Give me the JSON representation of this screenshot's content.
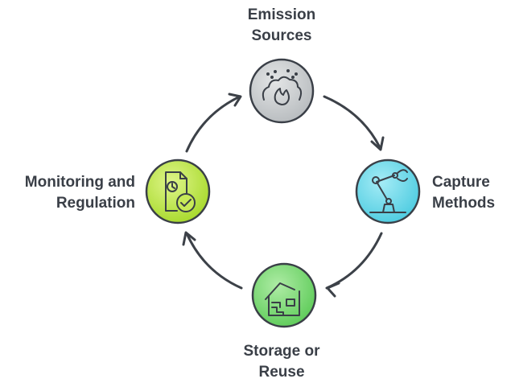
{
  "nodes": [
    {
      "id": "emission",
      "lines": [
        "Emission",
        "Sources"
      ],
      "icon": "smoke-flame-icon",
      "color": "#bfc3c6"
    },
    {
      "id": "capture",
      "lines": [
        "Capture",
        "Methods"
      ],
      "icon": "robotic-arm-icon",
      "color": "#5fd3e6"
    },
    {
      "id": "storage",
      "lines": [
        "Storage or",
        "Reuse"
      ],
      "icon": "house-storage-icon",
      "color": "#6ed46a"
    },
    {
      "id": "monitoring",
      "lines": [
        "Monitoring and",
        "Regulation"
      ],
      "icon": "document-clock-check-icon",
      "color": "#b4e03a"
    }
  ],
  "colors": {
    "text": "#3a3f47",
    "arrow": "#3c4148",
    "outline": "#3a3f47"
  }
}
